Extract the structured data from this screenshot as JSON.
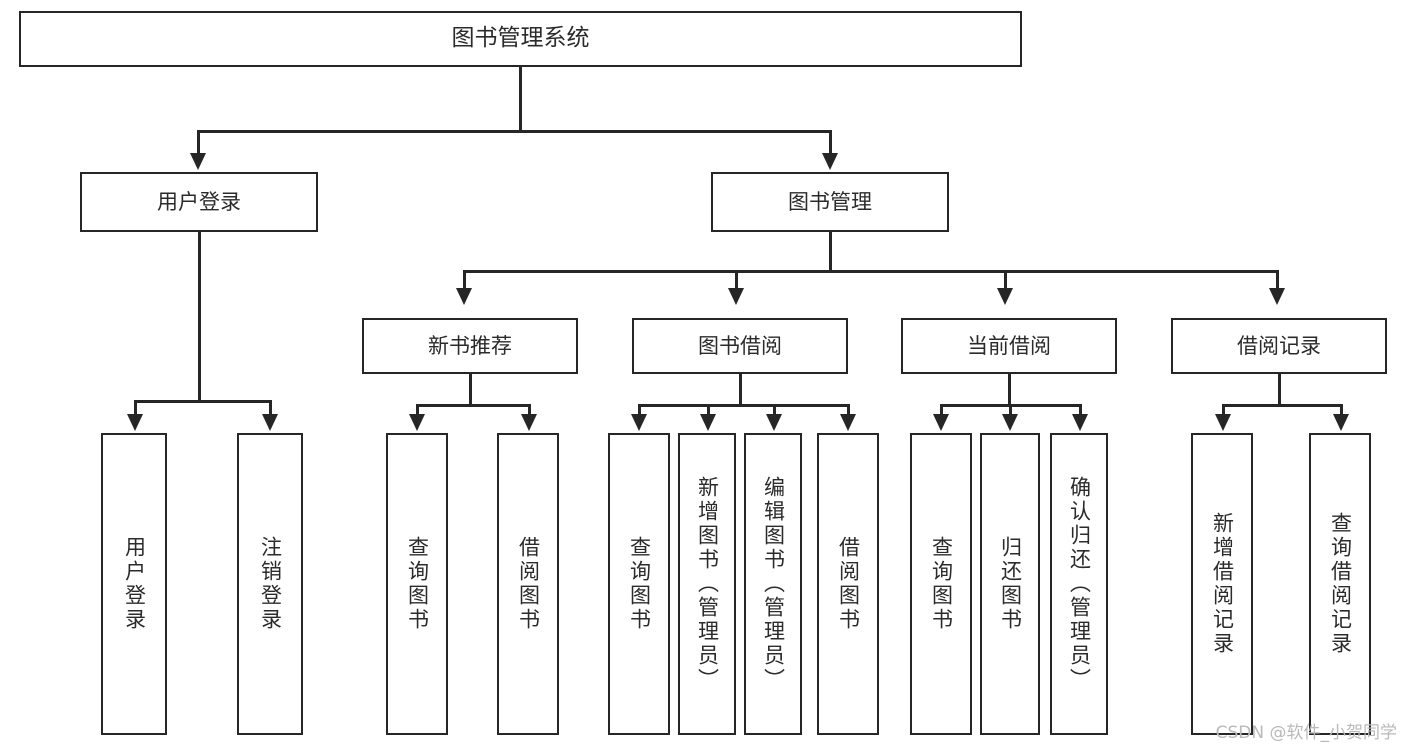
{
  "diagram": {
    "title": "图书管理系统",
    "type": "tree",
    "root": {
      "id": "root",
      "label": "图书管理系统"
    },
    "level2": [
      {
        "id": "user-login",
        "label": "用户登录"
      },
      {
        "id": "book-management",
        "label": "图书管理"
      }
    ],
    "level3": [
      {
        "id": "new-book-recommend",
        "label": "新书推荐",
        "parent": "book-management"
      },
      {
        "id": "book-borrow",
        "label": "图书借阅",
        "parent": "book-management"
      },
      {
        "id": "current-borrow",
        "label": "当前借阅",
        "parent": "book-management"
      },
      {
        "id": "borrow-record",
        "label": "借阅记录",
        "parent": "book-management"
      }
    ],
    "leaves": [
      {
        "id": "leaf-user-login",
        "label": "用户登录",
        "parent": "user-login"
      },
      {
        "id": "leaf-logout",
        "label": "注销登录",
        "parent": "user-login"
      },
      {
        "id": "leaf-query-book-1",
        "label": "查询图书",
        "parent": "new-book-recommend"
      },
      {
        "id": "leaf-borrow-book-1",
        "label": "借阅图书",
        "parent": "new-book-recommend"
      },
      {
        "id": "leaf-query-book-2",
        "label": "查询图书",
        "parent": "book-borrow"
      },
      {
        "id": "leaf-add-book",
        "label": "新增图书（管理员）",
        "parent": "book-borrow"
      },
      {
        "id": "leaf-edit-book",
        "label": "编辑图书（管理员）",
        "parent": "book-borrow"
      },
      {
        "id": "leaf-borrow-book-2",
        "label": "借阅图书",
        "parent": "book-borrow"
      },
      {
        "id": "leaf-query-book-3",
        "label": "查询图书",
        "parent": "current-borrow"
      },
      {
        "id": "leaf-return-book",
        "label": "归还图书",
        "parent": "current-borrow"
      },
      {
        "id": "leaf-confirm-return",
        "label": "确认归还（管理员）",
        "parent": "current-borrow"
      },
      {
        "id": "leaf-add-record",
        "label": "新增借阅记录",
        "parent": "borrow-record"
      },
      {
        "id": "leaf-query-record",
        "label": "查询借阅记录",
        "parent": "borrow-record"
      }
    ]
  },
  "watermark": {
    "text": "CSDN @软件_小贺同学"
  },
  "colors": {
    "stroke": "#262626",
    "text": "#2b2b2b",
    "background": "#ffffff",
    "watermark": "#b9b9b9"
  }
}
